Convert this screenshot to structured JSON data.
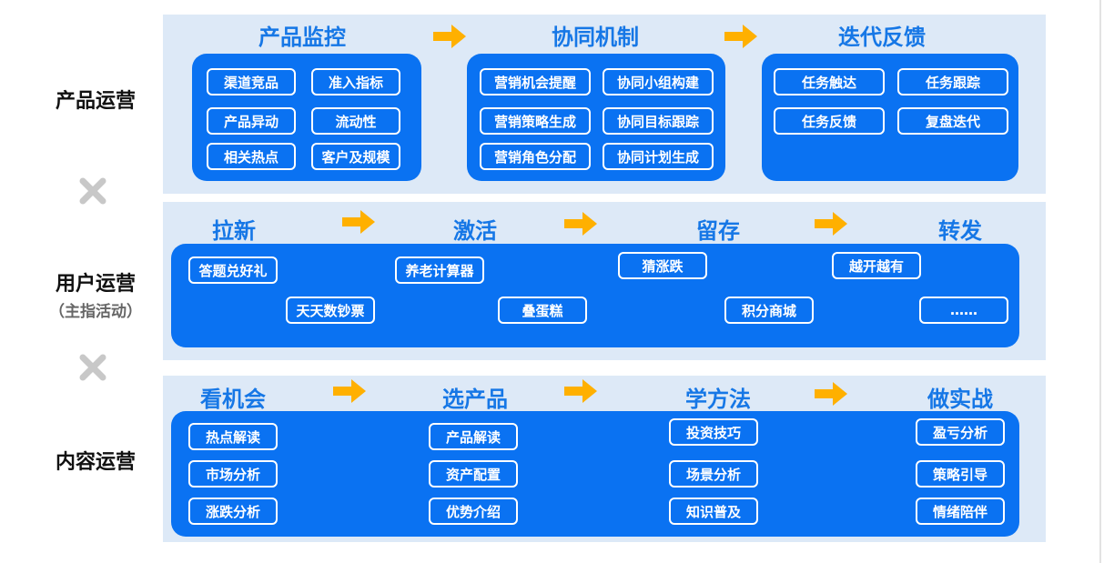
{
  "rows": {
    "product": {
      "label": "产品运营",
      "stages": [
        {
          "title": "产品监控",
          "items": [
            "渠道竞品",
            "准入指标",
            "产品异动",
            "流动性",
            "相关热点",
            "客户及规模"
          ]
        },
        {
          "title": "协同机制",
          "items": [
            "营销机会提醒",
            "协同小组构建",
            "营销策略生成",
            "协同目标跟踪",
            "营销角色分配",
            "协同计划生成"
          ]
        },
        {
          "title": "迭代反馈",
          "items": [
            "任务触达",
            "任务跟踪",
            "任务反馈",
            "复盘迭代"
          ]
        }
      ]
    },
    "user": {
      "label": "用户运营",
      "sublabel": "（主指活动）",
      "stages": [
        "拉新",
        "激活",
        "留存",
        "转发"
      ],
      "items": [
        "答题兑好礼",
        "养老计算器",
        "猜涨跌",
        "越开越有",
        "天天数钞票",
        "叠蛋糕",
        "积分商城",
        "……"
      ]
    },
    "content": {
      "label": "内容运营",
      "stages": [
        {
          "title": "看机会",
          "items": [
            "热点解读",
            "市场分析",
            "涨跌分析"
          ]
        },
        {
          "title": "选产品",
          "items": [
            "产品解读",
            "资产配置",
            "优势介绍"
          ]
        },
        {
          "title": "学方法",
          "items": [
            "投资技巧",
            "场景分析",
            "知识普及"
          ]
        },
        {
          "title": "做实战",
          "items": [
            "盈亏分析",
            "策略引导",
            "情绪陪伴"
          ]
        }
      ]
    }
  },
  "icons": {
    "multiply": "multiply-icon",
    "arrow": "arrow-right-icon"
  },
  "colors": {
    "band": "#dde9f7",
    "panel": "#0a72f2",
    "title": "#1677e6",
    "arrow": "#ffb000",
    "multiply": "#c8c8c8"
  }
}
